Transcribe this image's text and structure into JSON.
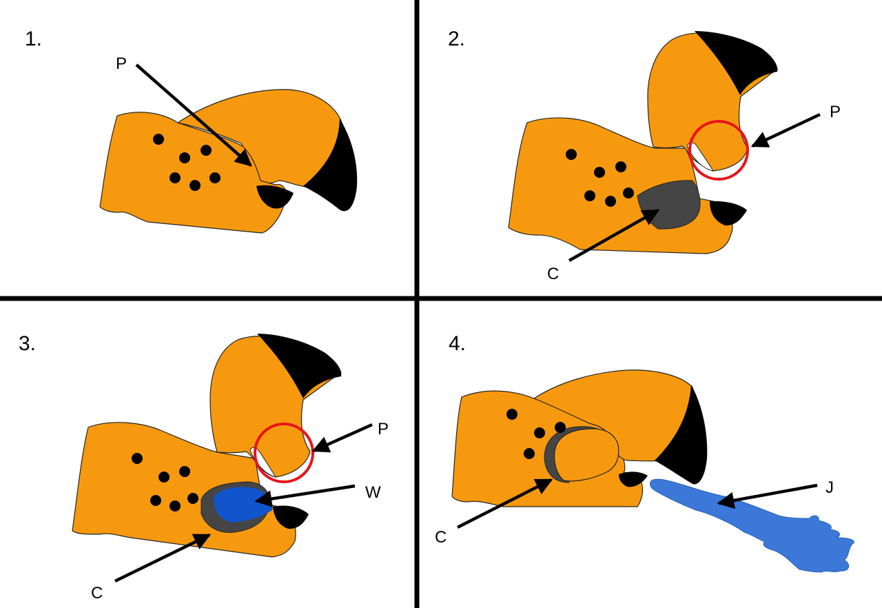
{
  "panels": [
    {
      "number": "1.",
      "labels": [
        "P"
      ]
    },
    {
      "number": "2.",
      "labels": [
        "P",
        "C"
      ]
    },
    {
      "number": "3.",
      "labels": [
        "P",
        "W",
        "C"
      ]
    },
    {
      "number": "4.",
      "labels": [
        "C",
        "J"
      ]
    }
  ],
  "colors": {
    "claw_body": "#f7990f",
    "claw_tip": "#000000",
    "cavity": "#454545",
    "water": "#1155cc",
    "water_jet": "#3b78d8",
    "highlight_circle": "#e8141a"
  }
}
